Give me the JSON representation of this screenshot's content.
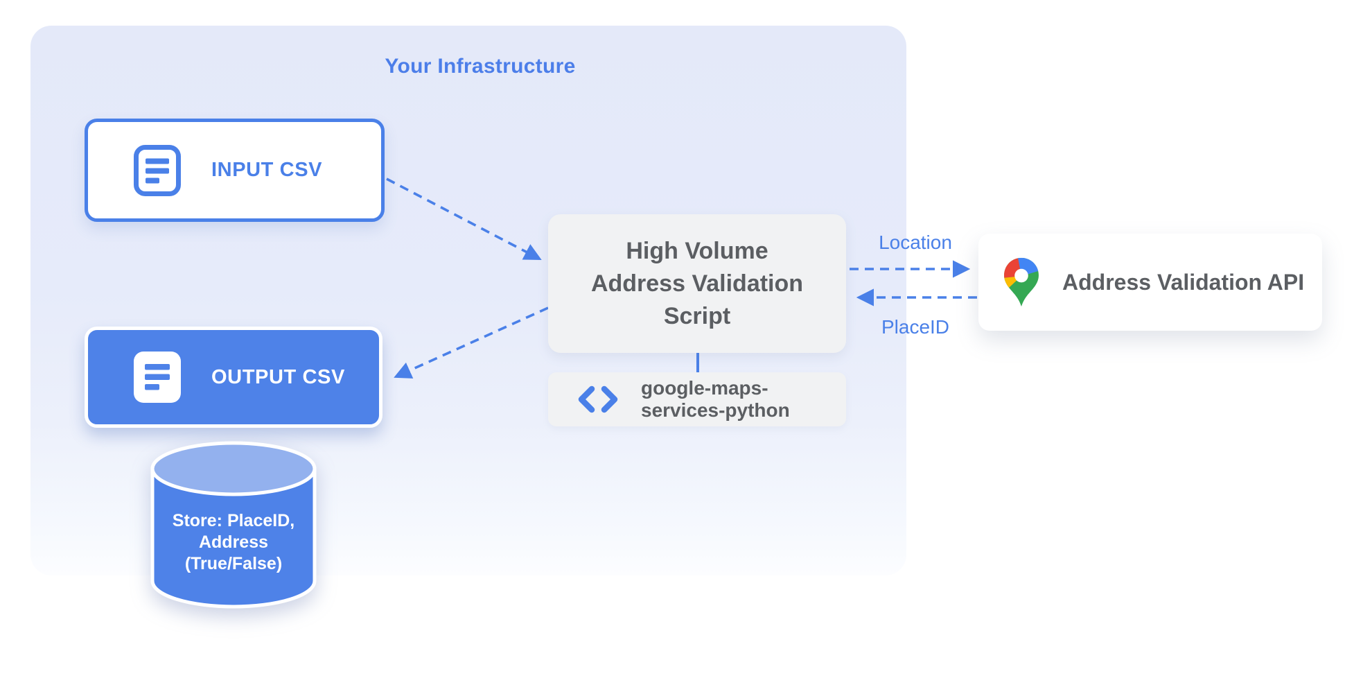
{
  "panel": {
    "title": "Your Infrastructure"
  },
  "nodes": {
    "input_csv": {
      "label": "INPUT CSV",
      "icon": "document-icon"
    },
    "output_csv": {
      "label": "OUTPUT CSV",
      "icon": "document-icon"
    },
    "script": {
      "lines": [
        "High Volume",
        "Address Validation",
        "Script"
      ]
    },
    "library": {
      "icon": "code-icon",
      "lines": [
        "google-maps-",
        "services-python"
      ]
    },
    "api": {
      "icon": "google-maps-pin-icon",
      "label": "Address Validation API"
    },
    "datastore": {
      "lines": [
        "Store: PlaceID,",
        "Address",
        "(True/False)"
      ]
    }
  },
  "edges": {
    "location_label": "Location",
    "placeid_label": "PlaceID"
  },
  "colors": {
    "accent_blue": "#4a80e8",
    "panel_background_top": "#e4e9f9",
    "gray_node_background": "#f1f2f3",
    "gray_text": "#5b5e62",
    "cylinder_body": "#4e82e8",
    "cylinder_top": "#93b1ee",
    "pin_blue": "#4285f4",
    "pin_red": "#ea4335",
    "pin_yellow": "#fbbc04",
    "pin_green": "#34a853"
  }
}
